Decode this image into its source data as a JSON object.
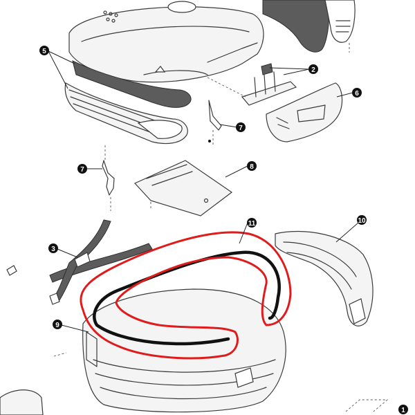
{
  "callouts": {
    "c1": "1",
    "c2": "2",
    "c3": "3",
    "c5": "5",
    "c6": "6",
    "c7a": "7",
    "c7b": "7",
    "c8": "8",
    "c9": "9",
    "c10": "10",
    "c11": "11"
  },
  "colors": {
    "highlight": "#e01b1b",
    "callout": "#111111",
    "line": "#3a3a3a"
  }
}
